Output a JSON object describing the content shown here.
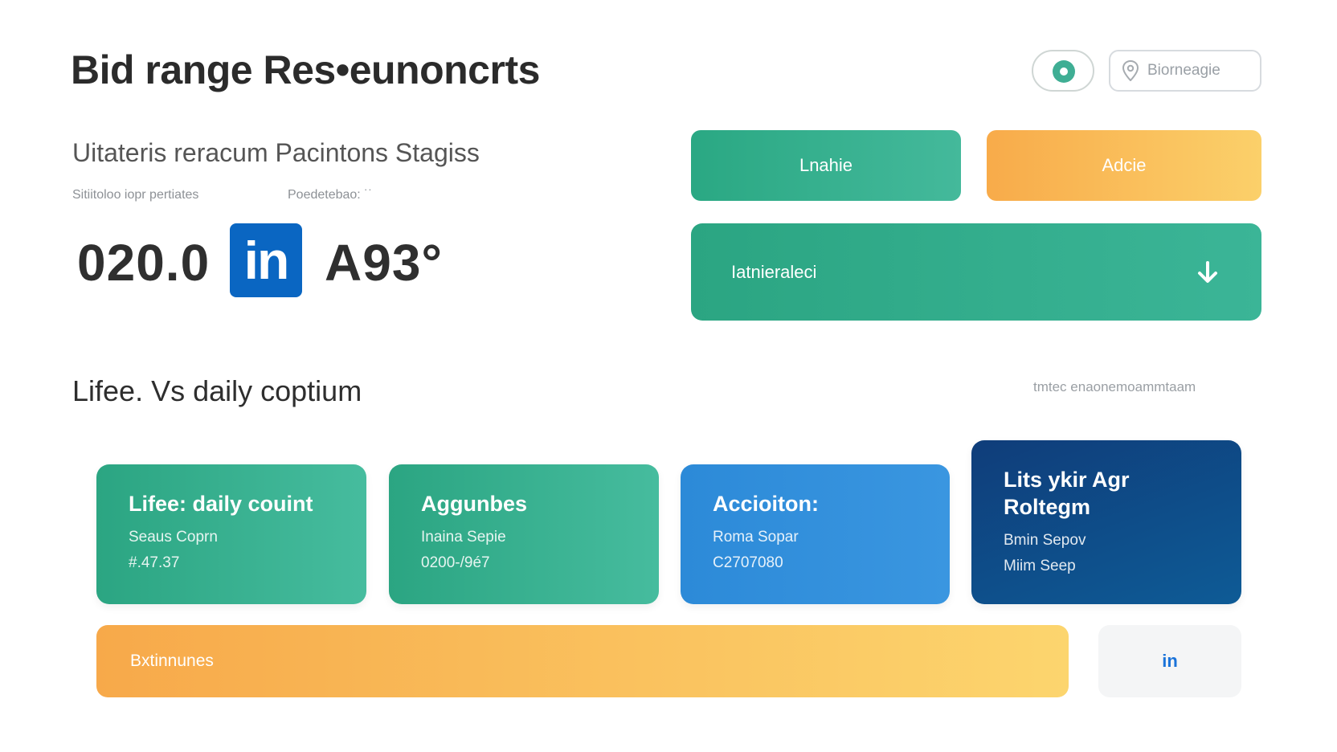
{
  "header": {
    "title": "Bid range Res•eunoncrts",
    "search_placeholder": "Biorneagie"
  },
  "stats": {
    "subtitle": "Uitateris reracum Pacintons Stagiss",
    "label_left": "Sitiitoloo iopr pertiates",
    "label_right": "Poedetebao: ˙˙",
    "value_left": "020.0",
    "logo_text": "in",
    "value_right": "A93°"
  },
  "actions": {
    "green_label": "Lnahie",
    "orange_label": "Adcie",
    "dropdown_label": "Iatnieraleci"
  },
  "section": {
    "title": "Lifee. Vs daily coptium",
    "note": "tmtec enaonemoammtaam"
  },
  "cards": [
    {
      "title": "Lifee: daily couint",
      "line1": "Seaus Coprn",
      "line2": "#.47.37"
    },
    {
      "title": "Aggunbes",
      "line1": "Inaina Sepie",
      "line2": "0200-/9é7"
    },
    {
      "title": "Accioiton:",
      "line1": "Roma Sopar",
      "line2": "C2707080"
    },
    {
      "title": "Lits ykir Agr Roltegm",
      "line1": "Bmin Sepov",
      "line2": "Miim Seep"
    }
  ],
  "bottom": {
    "bar_label": "Bxtinnunes",
    "mini_label": "in"
  },
  "colors": {
    "green": "#2ba582",
    "orange": "#f8ab4a",
    "blue": "#2c8ad8",
    "navy": "#0f3d7a",
    "linkedin": "#0a66c2"
  }
}
